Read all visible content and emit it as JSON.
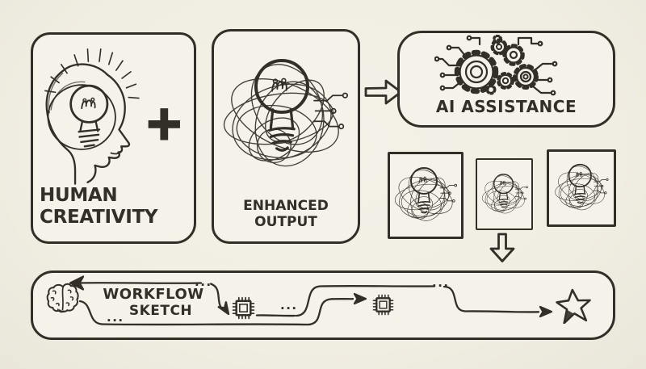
{
  "palette": {
    "background": "#f0ede2",
    "panel": "#f5f3e9",
    "ink": "#322f28"
  },
  "human_panel": {
    "title_line1": "HUMAN",
    "title_line2": "CREATIVITY",
    "plus_sign": "+",
    "icon": "head-lightbulb-icon"
  },
  "enhanced_panel": {
    "title": "ENHANCED OUTPUT",
    "icon": "scribble-lightbulb-icon"
  },
  "ai_panel": {
    "title": "AI ASSISTANCE",
    "icon": "gears-circuit-icon"
  },
  "flow": {
    "right_arrow": "arrow-right-icon",
    "down_arrow": "arrow-down-icon"
  },
  "thumbnails": [
    {
      "icon": "scribble-lightbulb-icon"
    },
    {
      "icon": "scribble-lightbulb-icon"
    },
    {
      "icon": "scribble-lightbulb-icon"
    }
  ],
  "workflow_bar": {
    "title_line1": "WORKFLOW",
    "title_line2": "SKETCH",
    "dots": "...",
    "icons": [
      "brain-icon",
      "chip-icon",
      "chip-icon",
      "star-icon"
    ]
  }
}
